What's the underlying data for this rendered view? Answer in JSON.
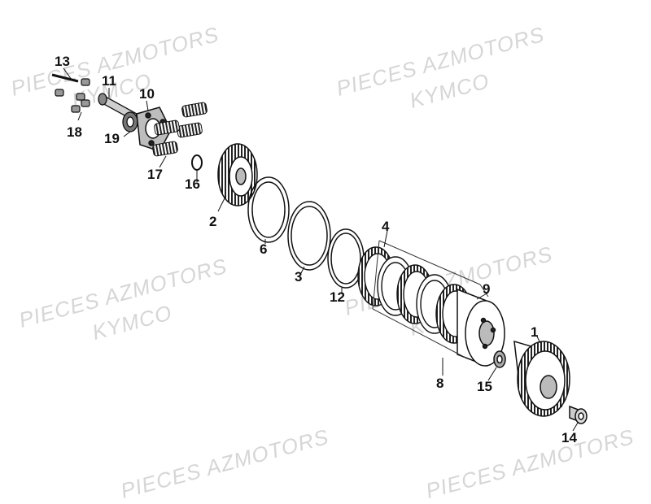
{
  "watermark": {
    "line1": "PIECES AZMOTORS",
    "line2": "KYMCO"
  },
  "part_numbers": [
    "1",
    "2",
    "3",
    "4",
    "6",
    "8",
    "9",
    "10",
    "11",
    "12",
    "13",
    "14",
    "15",
    "16",
    "17",
    "18",
    "19"
  ],
  "colors": {
    "ink": "#111111",
    "watermark": "#d6d6d6",
    "background": "#ffffff"
  }
}
